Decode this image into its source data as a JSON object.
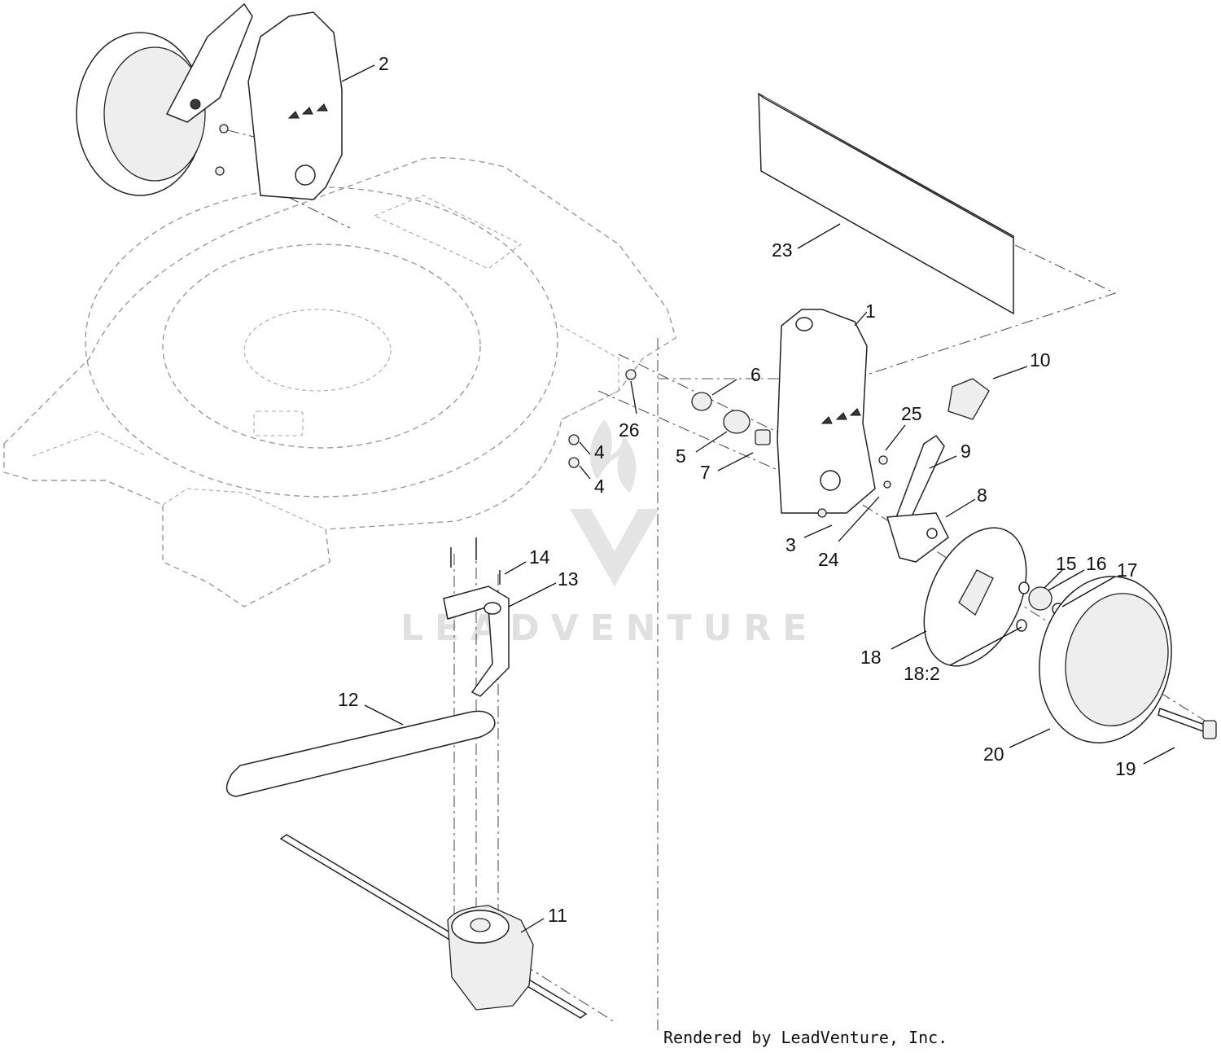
{
  "footer": {
    "credit": "Rendered by LeadVenture, Inc."
  },
  "watermark": {
    "text": "LEADVENTURE",
    "logo": "leadventure-flame-logo"
  },
  "callouts": [
    {
      "id": "c1",
      "label": "1"
    },
    {
      "id": "c2",
      "label": "2"
    },
    {
      "id": "c3",
      "label": "3"
    },
    {
      "id": "c4a",
      "label": "4"
    },
    {
      "id": "c4b",
      "label": "4"
    },
    {
      "id": "c5",
      "label": "5"
    },
    {
      "id": "c6",
      "label": "6"
    },
    {
      "id": "c7",
      "label": "7"
    },
    {
      "id": "c8",
      "label": "8"
    },
    {
      "id": "c9",
      "label": "9"
    },
    {
      "id": "c10",
      "label": "10"
    },
    {
      "id": "c11",
      "label": "11"
    },
    {
      "id": "c12",
      "label": "12"
    },
    {
      "id": "c13",
      "label": "13"
    },
    {
      "id": "c14",
      "label": "14"
    },
    {
      "id": "c15",
      "label": "15"
    },
    {
      "id": "c16",
      "label": "16"
    },
    {
      "id": "c17",
      "label": "17"
    },
    {
      "id": "c18",
      "label": "18"
    },
    {
      "id": "c18b",
      "label": "18:2"
    },
    {
      "id": "c19",
      "label": "19"
    },
    {
      "id": "c20",
      "label": "20"
    },
    {
      "id": "c23",
      "label": "23"
    },
    {
      "id": "c24",
      "label": "24"
    },
    {
      "id": "c25",
      "label": "25"
    },
    {
      "id": "c26",
      "label": "26"
    }
  ]
}
